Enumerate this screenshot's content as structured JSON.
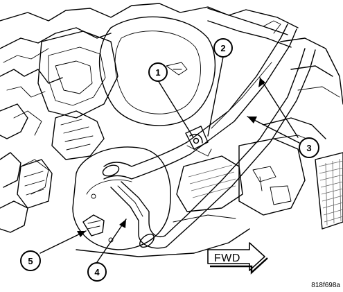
{
  "callouts": [
    {
      "id": "1",
      "label": "1"
    },
    {
      "id": "2",
      "label": "2"
    },
    {
      "id": "3",
      "label": "3"
    },
    {
      "id": "4",
      "label": "4"
    },
    {
      "id": "5",
      "label": "5"
    }
  ],
  "direction_label": "FWD",
  "figure_id": "818f698a"
}
